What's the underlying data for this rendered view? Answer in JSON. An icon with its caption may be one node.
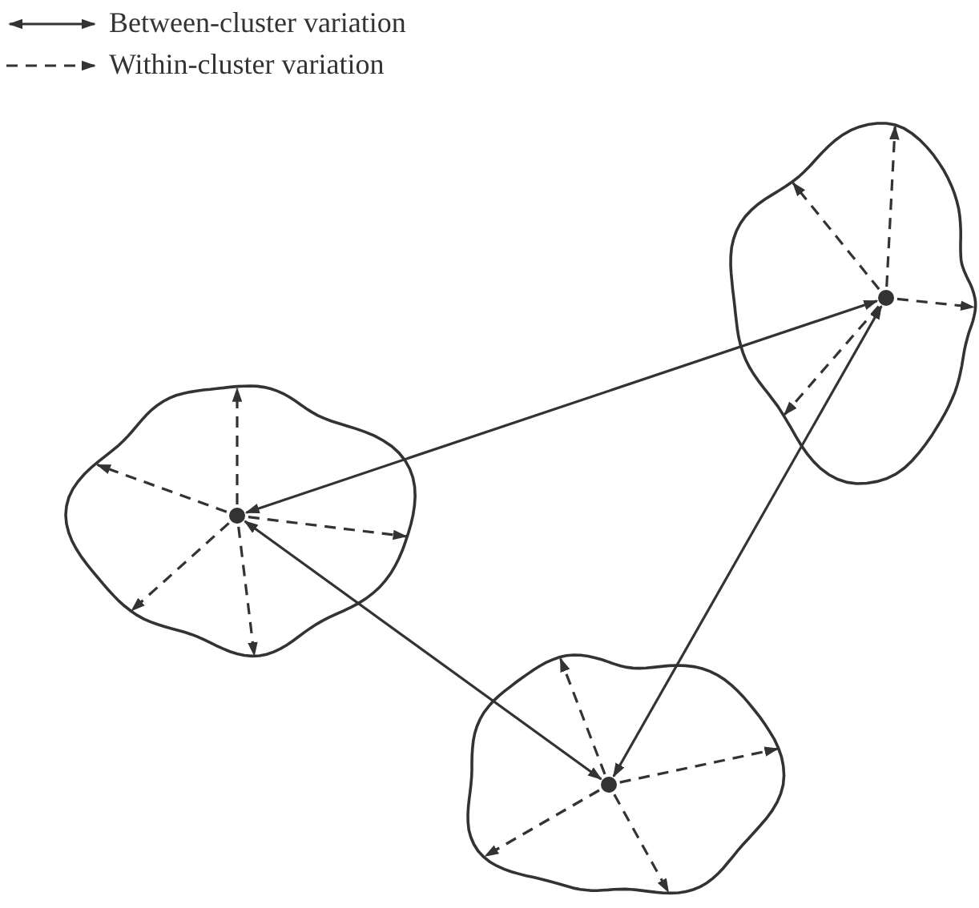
{
  "diagram": {
    "nodes": [
      {
        "text": [],
        "shape": "blob"
      },
      {
        "text": [],
        "shape": "circle",
        "in": 0
      },
      {
        "text": [],
        "shape": "blob"
      },
      {
        "text": [],
        "shape": "circle",
        "in": 2
      },
      {
        "text": [],
        "shape": "blob"
      },
      {
        "text": [],
        "shape": "circle",
        "in": 4
      }
    ],
    "edges": [
      {
        "from": 1,
        "to": 3,
        "arrow": "both"
      },
      {
        "from": 3,
        "to": 5,
        "arrow": "both"
      },
      {
        "from": 1,
        "to": 5,
        "arrow": "both"
      },
      {
        "from": 1,
        "to": 0,
        "arrow": "to",
        "style": "dashed"
      },
      {
        "from": 1,
        "to": 0,
        "arrow": "to",
        "style": "dashed"
      },
      {
        "from": 1,
        "to": 0,
        "arrow": "to",
        "style": "dashed"
      },
      {
        "from": 1,
        "to": 0,
        "arrow": "to",
        "style": "dashed"
      },
      {
        "from": 3,
        "to": 2,
        "arrow": "to",
        "style": "dashed"
      },
      {
        "from": 3,
        "to": 2,
        "arrow": "to",
        "style": "dashed"
      },
      {
        "from": 3,
        "to": 2,
        "arrow": "to",
        "style": "dashed"
      },
      {
        "from": 3,
        "to": 2,
        "arrow": "to",
        "style": "dashed"
      },
      {
        "from": 3,
        "to": 2,
        "arrow": "to",
        "style": "dashed"
      },
      {
        "from": 5,
        "to": 4,
        "arrow": "to",
        "style": "dashed"
      },
      {
        "from": 5,
        "to": 4,
        "arrow": "to",
        "style": "dashed"
      },
      {
        "from": 5,
        "to": 4,
        "arrow": "to",
        "style": "dashed"
      },
      {
        "from": 5,
        "to": 4,
        "arrow": "to",
        "style": "dashed"
      }
    ],
    "legend": [
      {
        "text": "Between-cluster variation"
      },
      {
        "text": "Within-cluster variation"
      }
    ]
  }
}
